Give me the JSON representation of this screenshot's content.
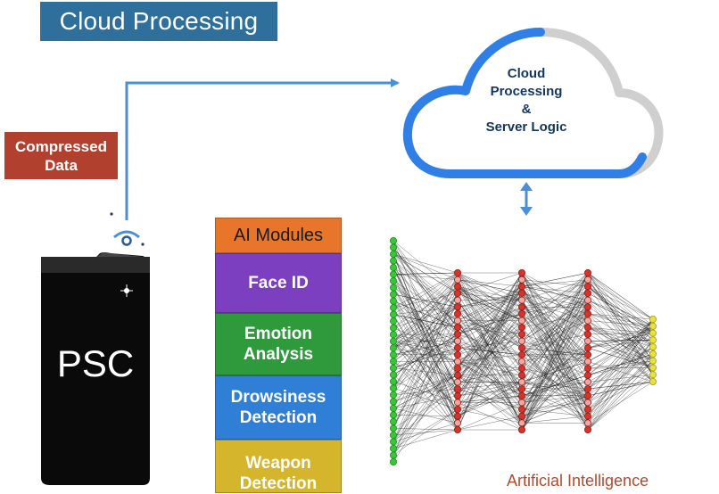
{
  "title": "Cloud Processing",
  "compressed_label": "Compressed\nData",
  "phone_label": "PSC",
  "cloud_label": "Cloud\nProcessing\n&\nServer Logic",
  "modules_header": "AI Modules",
  "modules": [
    "Face ID",
    "Emotion\nAnalysis",
    "Drowsiness\nDetection",
    "Weapon\nDetection"
  ],
  "ai_label": "Artificial Intelligence",
  "colors": {
    "title_bg": "#2f6f9b",
    "compressed_bg": "#b2402f",
    "arrow": "#4a90d9",
    "cloud_stroke": "#2f7fe6",
    "cloud_gray": "#cfcfcf",
    "modules": [
      "#e8762a",
      "#7b3fbf",
      "#2f9a3c",
      "#2f7fd6",
      "#d5b52b"
    ],
    "nn_input": "#37c837",
    "nn_hidden": "#d8322a",
    "nn_output": "#e8e23a"
  },
  "icons": [
    "wifi-signal-icon",
    "cloud-icon",
    "bidirectional-arrow-icon",
    "smartphone-icon",
    "neural-network-diagram"
  ]
}
